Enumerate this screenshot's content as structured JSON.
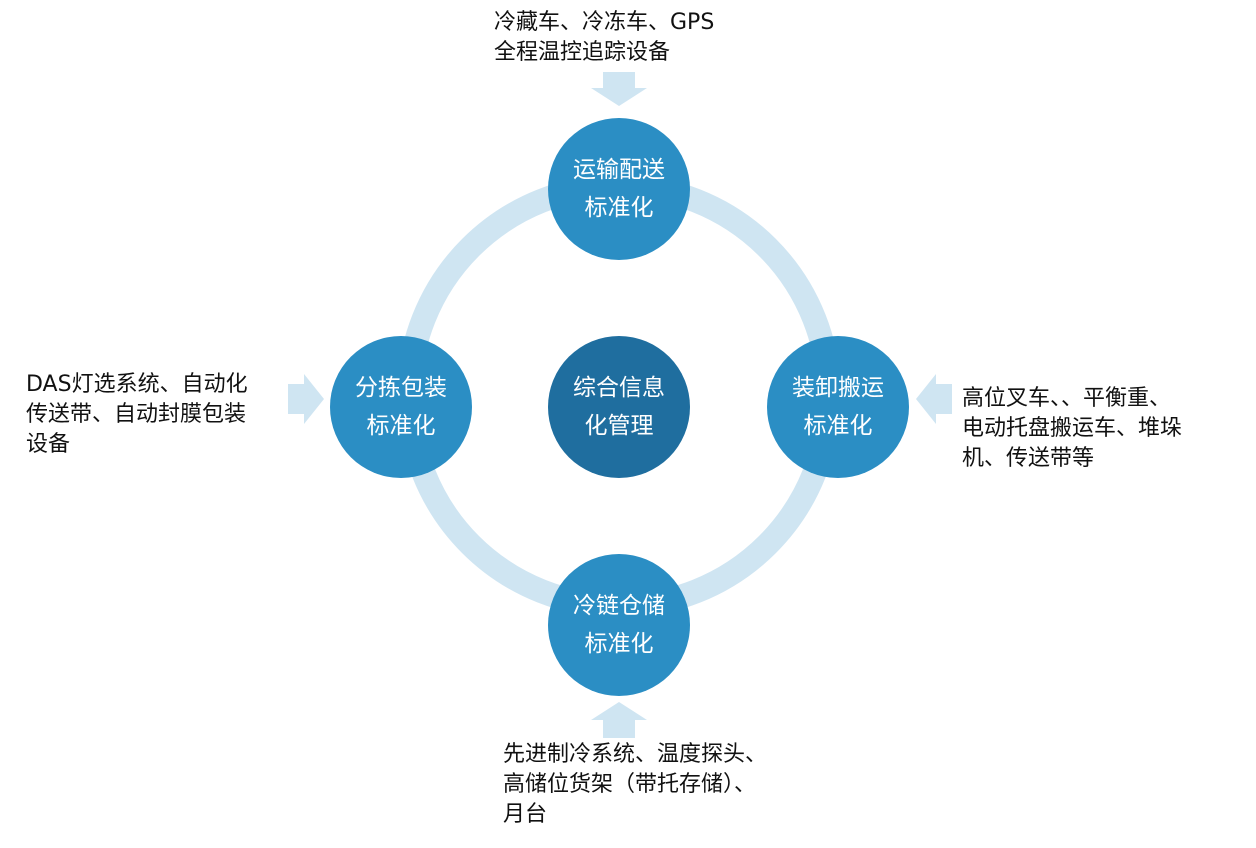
{
  "colors": {
    "ring": "#cfe5f2",
    "arrow": "#cfe5f2",
    "node": "#2b8ec4",
    "center_node": "#1f6e9f",
    "node_text": "#ffffff",
    "desc_text": "#111111"
  },
  "center": {
    "line1": "综合信息",
    "line2": "化管理"
  },
  "nodes": {
    "top": {
      "line1": "运输配送",
      "line2": "标准化"
    },
    "right": {
      "line1": "装卸搬运",
      "line2": "标准化"
    },
    "bottom": {
      "line1": "冷链仓储",
      "line2": "标准化"
    },
    "left": {
      "line1": "分拣包装",
      "line2": "标准化"
    }
  },
  "descriptions": {
    "top": [
      "冷藏车、冷冻车、GPS",
      "全程温控追踪设备"
    ],
    "right": [
      "高位叉车、、平衡重、",
      "电动托盘搬运车、堆垛",
      "机、传送带等"
    ],
    "bottom": [
      "先进制冷系统、温度探头、",
      "高储位货架（带托存储）、",
      "月台"
    ],
    "left": [
      "DAS灯选系统、自动化",
      "传送带、自动封膜包装",
      "设备"
    ]
  }
}
